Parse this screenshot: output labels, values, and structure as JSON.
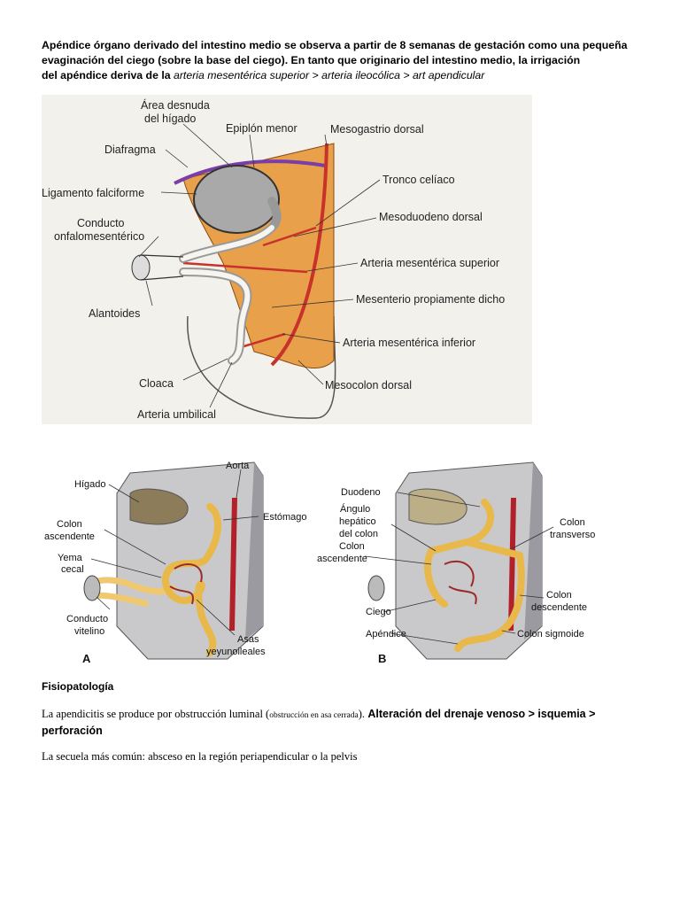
{
  "intro": {
    "line1": "Apéndice órgano derivado del intestino medio se observa a partir de 8 semanas de gestación como una pequeña",
    "line2": "evaginación del ciego (sobre la base del ciego). En tanto que originario del intestino medio, la irrigación",
    "line3_prefix": "del apéndice deriva de la ",
    "line3_italic": "arteria mesentérica superior > arteria ileocólica > art apendicular"
  },
  "figure1": {
    "labels": {
      "area_desnuda_1": "Área desnuda",
      "area_desnuda_2": "del hígado",
      "epiplon": "Epiplón menor",
      "mesogastrio": "Mesogastrio dorsal",
      "diafragma": "Diafragma",
      "tronco": "Tronco celíaco",
      "ligamento": "Ligamento falciforme",
      "mesoduodeno": "Mesoduodeno dorsal",
      "conducto_1": "Conducto",
      "conducto_2": "onfalomesentérico",
      "arteria_sup": "Arteria mesentérica superior",
      "alantoides": "Alantoides",
      "mesenterio": "Mesenterio propiamente dicho",
      "arteria_inf": "Arteria mesentérica inferior",
      "cloaca": "Cloaca",
      "mesocolon": "Mesocolon dorsal",
      "arteria_umb": "Arteria umbilical"
    }
  },
  "figure2": {
    "panel_a": {
      "letter": "A",
      "aorta": "Aorta",
      "higado": "Hígado",
      "estomago": "Estómago",
      "colon_asc_1": "Colon",
      "colon_asc_2": "ascendente",
      "yema_1": "Yema",
      "yema_2": "cecal",
      "conducto_1": "Conducto",
      "conducto_2": "vitelino",
      "asas_1": "Asas",
      "asas_2": "yeyunoileales"
    },
    "panel_b": {
      "letter": "B",
      "duodeno": "Duodeno",
      "angulo_1": "Ángulo",
      "angulo_2": "hepático",
      "angulo_3": "del colon",
      "colon_asc_1": "Colon",
      "colon_asc_2": "ascendente",
      "colon_trans_1": "Colon",
      "colon_trans_2": "transverso",
      "colon_desc_1": "Colon",
      "colon_desc_2": "descendente",
      "ciego": "Ciego",
      "apendice": "Apéndice",
      "sigmoide": "Colon sigmoide"
    }
  },
  "section": {
    "heading": "Fisiopatología",
    "p1_normal": "La apendicitis se produce por obstrucción luminal (",
    "p1_small": "obstrucción en asa cerrada",
    "p1_close": ").",
    "p1_bold_line1": "Alteración del drenaje venoso > isquemia >",
    "p1_bold_line2": "perforación",
    "p2": "La secuela más común: absceso en la región periapendicular o la pelvis"
  }
}
